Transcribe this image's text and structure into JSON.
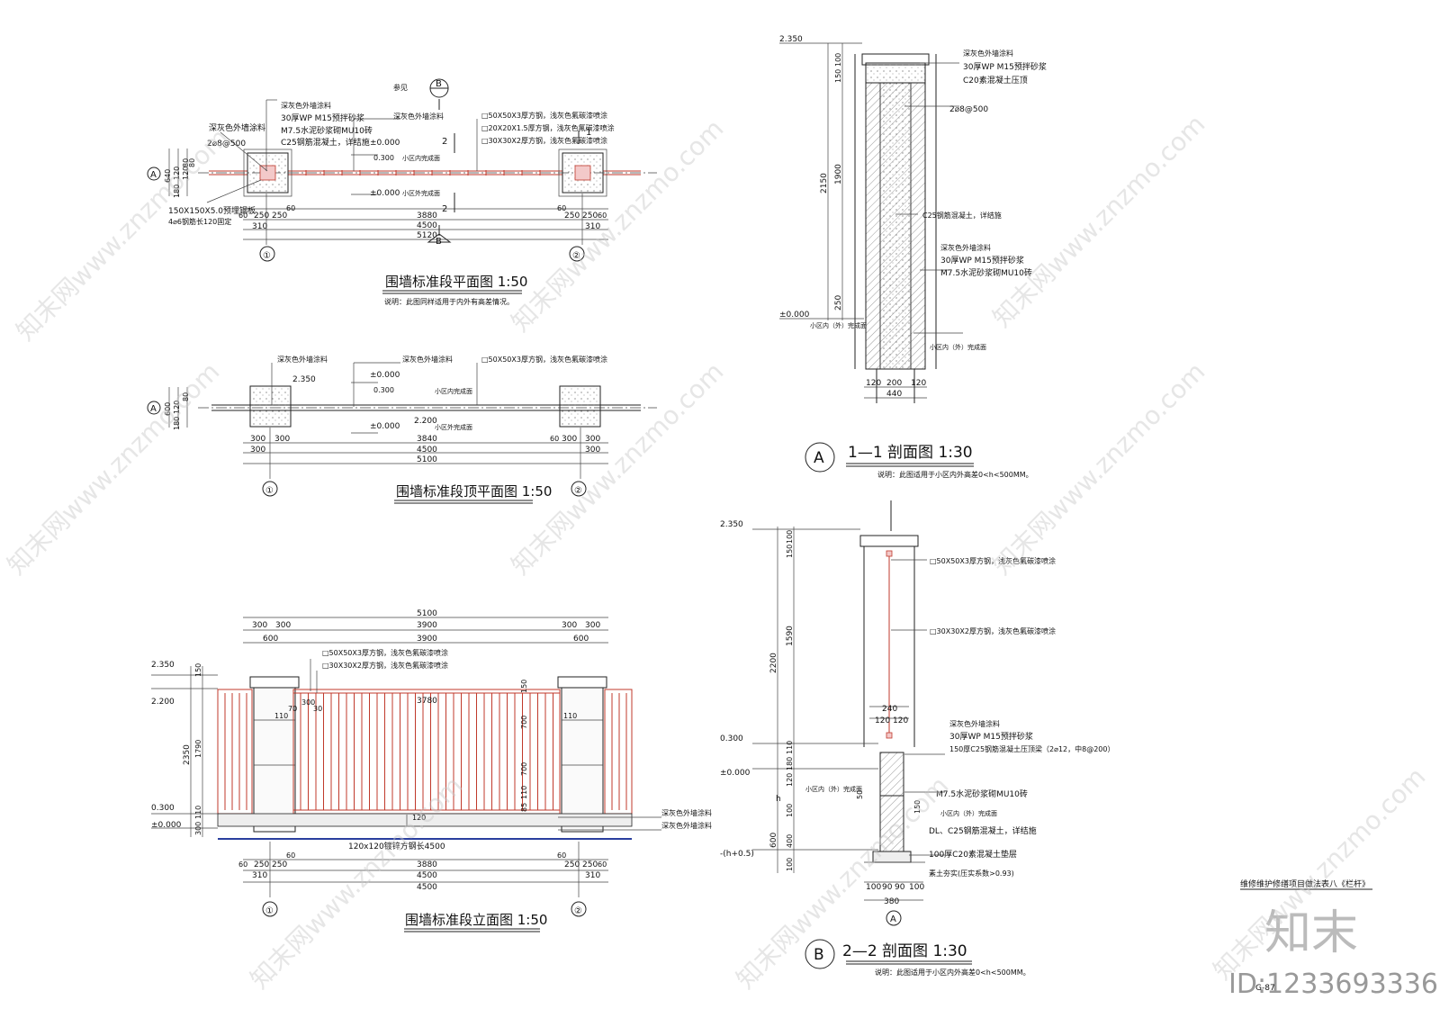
{
  "plan": {
    "title": "围墙标准段平面图 1:50",
    "note": "说明：此图同样适用于内外有高差情况。",
    "ref_label": "参见",
    "grid_a": "A",
    "grid_b": "B",
    "axis1": "①",
    "axis2": "②",
    "sec_2": "2",
    "sec_1": "1",
    "labels_left": [
      "深灰色外墙涂料",
      "30厚WP  M15预拌砂浆",
      "M7.5水泥砂浆砌MU10砖",
      "C25钢筋混凝土，详结施"
    ],
    "label_outer": "深灰色外墙涂料",
    "rebar": "2⌀8@500",
    "plate": "150X150X5.0预埋钢板",
    "plate2": "4⌀6钢筋长120固定",
    "labels_mid": [
      "深灰色外墙涂料"
    ],
    "labels_right": [
      "□50X50X3厚方钢，浅灰色氟碳漆喷涂",
      "□20X20X1.5厚方钢，浅灰色氟碳漆喷涂",
      "□30X30X2厚方钢，浅灰色氟碳漆喷涂"
    ],
    "lv0": "±0.000",
    "lv1": "0.300",
    "in_floor": "小区内完成面",
    "lv2": "±0.000",
    "out_floor": "小区外完成面",
    "dims_left_v": [
      "80",
      "120",
      "80",
      "640",
      "120",
      "180"
    ],
    "dim_r1": [
      "60",
      "250",
      "250",
      "60",
      "60",
      "250",
      "250",
      "60"
    ],
    "dim_r2": [
      "310",
      "3880",
      "310"
    ],
    "dim_r3": "4500",
    "dim_r4": "5120"
  },
  "top": {
    "title": "围墙标准段顶平面图 1:50",
    "label1": "深灰色外墙涂料",
    "label2": "深灰色外墙涂料",
    "label3": "□50X50X3厚方钢，浅灰色氟碳漆喷涂",
    "lv_2350": "2.350",
    "lv0": "±0.000",
    "lv300": "0.300",
    "in_floor": "小区内完成面",
    "lv2200": "2.200",
    "lv0b": "±0.000",
    "out_floor": "小区外完成面",
    "dims_left_v": [
      "600",
      "120",
      "180",
      "80"
    ],
    "dim_r1": [
      "300",
      "300",
      "3840",
      "60",
      "300",
      "300"
    ],
    "dim_r2": [
      "300",
      "4500",
      "300"
    ],
    "dim_r3": "5100"
  },
  "elev": {
    "title": "围墙标准段立面图 1:50",
    "top1": "5100",
    "top2": [
      "300",
      "300",
      "3900",
      "300",
      "300"
    ],
    "top3": [
      "600",
      "3900",
      "600"
    ],
    "lv2350": "2.350",
    "lv2200": "2.200",
    "lv300": "0.300",
    "lv0": "±0.000",
    "vdims": [
      "150",
      "1790",
      "2350",
      "110",
      "300"
    ],
    "label1": "□50X50X3厚方钢，浅灰色氟碳漆喷涂",
    "label2": "□30X30X2厚方钢，浅灰色氟碳漆喷涂",
    "d110a": "110",
    "d110b": "110",
    "d70": "70",
    "d300": "300",
    "d30": "30",
    "d3780": "3780",
    "rv": [
      "150",
      "700",
      "700",
      "110",
      "85"
    ],
    "d120": "120",
    "label_bottom": "120x120镀锌方钢长4500",
    "right_labels": [
      "深灰色外墙涂料",
      "深灰色外墙涂料"
    ],
    "b1": [
      "60",
      "250",
      "250",
      "60",
      "60",
      "250",
      "250",
      "60"
    ],
    "b2": [
      "310",
      "3880",
      "310"
    ],
    "b3": "4500",
    "b4": "4500"
  },
  "sec1": {
    "circle": "A",
    "title": "1—1 剖面图 1:30",
    "note": "说明：此图适用于小区内外高差0<h<500MM。",
    "lv2350": "2.350",
    "lv0": "±0.000",
    "vdims": [
      "100",
      "150",
      "2150",
      "1900",
      "250"
    ],
    "labels": [
      "深灰色外墙涂料",
      "30厚WP  M15预拌砂浆",
      "C20素混凝土压顶",
      "2⌀8@500",
      "C25钢筋混凝土，详结施",
      "深灰色外墙涂料",
      "30厚WP  M15预拌砂浆",
      "M7.5水泥砂浆砌MU10砖"
    ],
    "in_floor": "小区内（外）完成面",
    "out_floor": "小区内（外）完成面",
    "bdims": [
      "120",
      "200",
      "120"
    ],
    "btotal": "440"
  },
  "sec2": {
    "circle": "B",
    "title": "2—2 剖面图 1:30",
    "note": "说明：此图适用于小区内外高差0<h<500MM。",
    "lv2350": "2.350",
    "lv300": "0.300",
    "lv0": "±0.000",
    "lvh": "-(h+0.5)",
    "vdims": [
      "100",
      "150",
      "2200",
      "1590",
      "110",
      "180",
      "120",
      "h",
      "100",
      "400",
      "600",
      "100"
    ],
    "labels_top": [
      "□50X50X3厚方钢，浅灰色氟碳漆喷涂",
      "□30X30X2厚方钢，浅灰色氟碳漆喷涂"
    ],
    "d240": "240",
    "d120a": "120",
    "d120b": "120",
    "labels_mid": [
      "深灰色外墙涂料",
      "30厚WP  M15预拌砂浆",
      "150厚C25钢筋混凝土压顶梁（2⌀12，中8@200）"
    ],
    "in_floor": "小区内（外）完成面",
    "d50": "50",
    "labels_low": [
      "M7.5水泥砂浆砌MU10砖",
      "小区内（外）完成面",
      "DL、C25钢筋混凝土，详结施",
      "100厚C20素混凝土垫层",
      "素土夯实(压实系数>0.93)"
    ],
    "d150": "150",
    "bdims": [
      "100",
      "90",
      "90",
      "100"
    ],
    "btotal": "380",
    "axis": "A"
  },
  "sheet": {
    "title": "维修维护修缮项目做法表八《栏杆》",
    "brand": "知末",
    "id": "ID:1233693336",
    "sheet_no": "G-87"
  },
  "watermark": "知末网www.znzmo.com"
}
